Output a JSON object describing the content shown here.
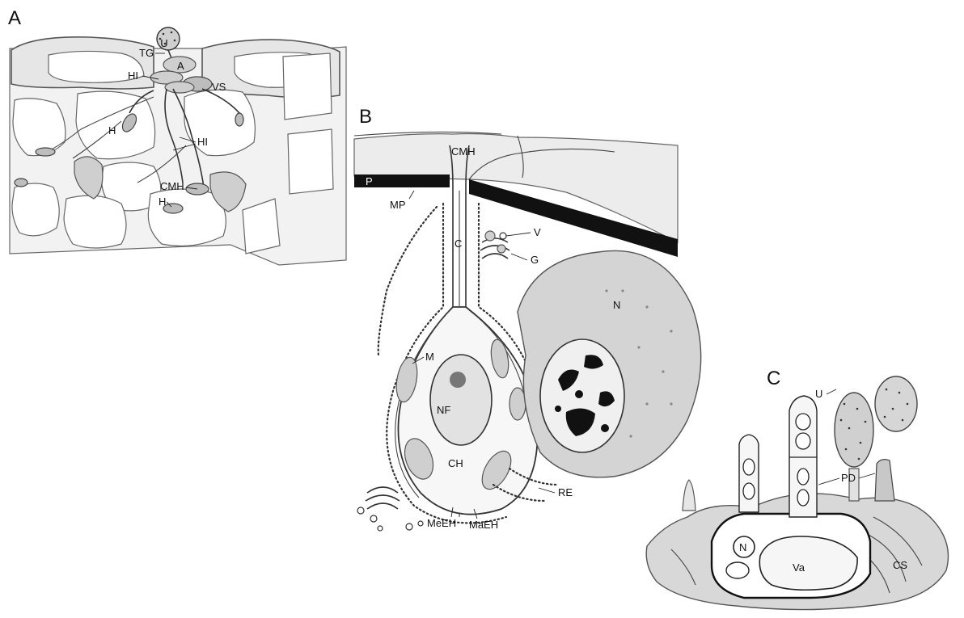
{
  "panels": {
    "a": {
      "letter": "A",
      "labels": {
        "u": "U",
        "tg": "TG",
        "a": "A",
        "hi1": "HI",
        "vs": "VS",
        "h1": "H",
        "hi2": "HI",
        "cmh": "CMH",
        "h2": "H"
      }
    },
    "b": {
      "letter": "B",
      "labels": {
        "cmh": "CMH",
        "p": "P",
        "mp": "MP",
        "c": "C",
        "v": "V",
        "g": "G",
        "n": "N",
        "m": "M",
        "nf": "NF",
        "ch": "CH",
        "re": "RE",
        "meeh": "MeEH",
        "maeh": "MaEH"
      }
    },
    "c": {
      "letter": "C",
      "labels": {
        "u": "U",
        "pd": "PD",
        "n": "N",
        "va": "Va",
        "cs": "CS"
      }
    }
  }
}
